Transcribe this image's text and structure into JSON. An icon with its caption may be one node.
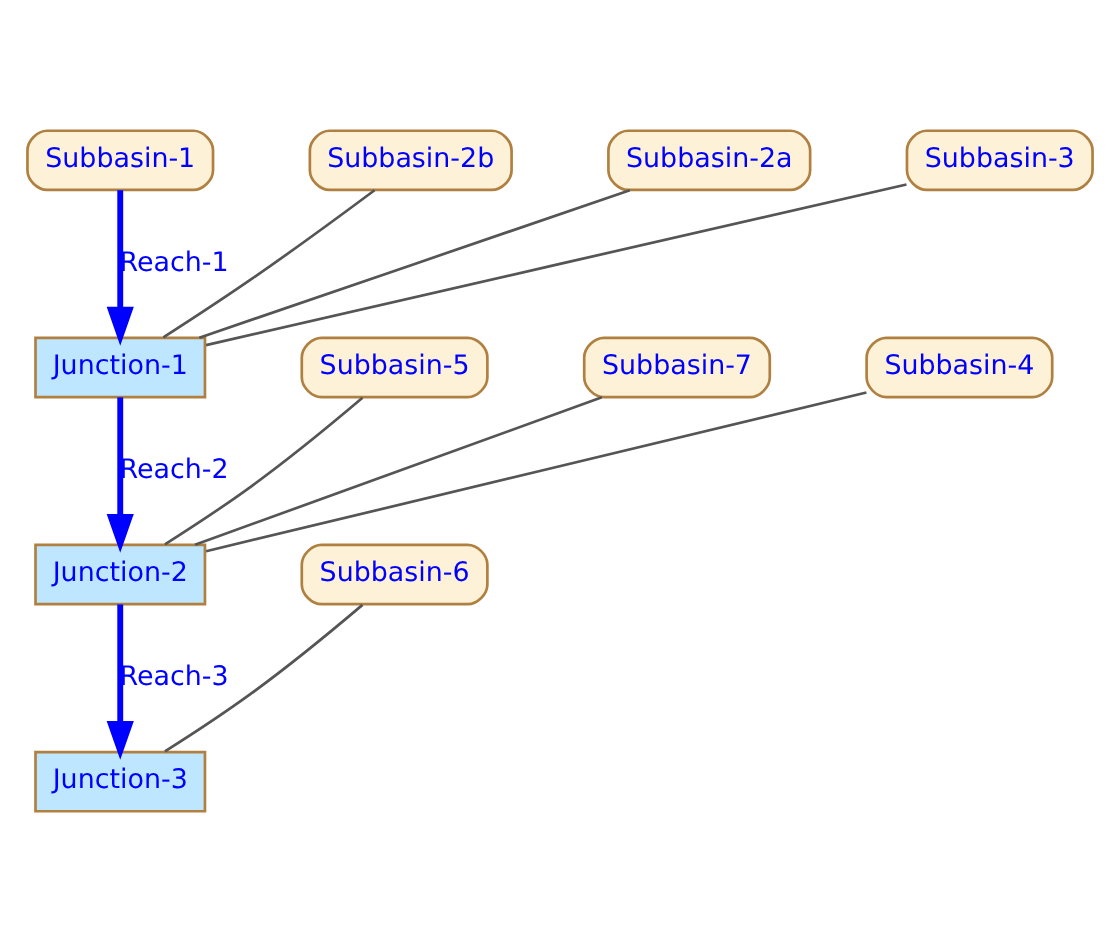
{
  "diagram": {
    "nodes": [
      {
        "text": [
          "Subbasin-1"
        ]
      },
      {
        "text": [
          "Subbasin-2b"
        ]
      },
      {
        "text": [
          "Subbasin-2a"
        ]
      },
      {
        "text": [
          "Subbasin-3"
        ]
      },
      {
        "text": [
          "Junction-1"
        ]
      },
      {
        "text": [
          "Subbasin-5"
        ]
      },
      {
        "text": [
          "Subbasin-7"
        ]
      },
      {
        "text": [
          "Subbasin-4"
        ]
      },
      {
        "text": [
          "Junction-2"
        ]
      },
      {
        "text": [
          "Subbasin-6"
        ]
      },
      {
        "text": [
          "Junction-3"
        ]
      }
    ],
    "edges": [
      {
        "from": 0,
        "to": 4,
        "arrow": "to",
        "label": "Reach-1",
        "style": "thick",
        "color": "#0000ff"
      },
      {
        "from": 1,
        "to": 4,
        "arrow": "none"
      },
      {
        "from": 2,
        "to": 4,
        "arrow": "none"
      },
      {
        "from": 3,
        "to": 4,
        "arrow": "none"
      },
      {
        "from": 4,
        "to": 8,
        "arrow": "to",
        "label": "Reach-2",
        "style": "thick",
        "color": "#0000ff"
      },
      {
        "from": 5,
        "to": 8,
        "arrow": "none"
      },
      {
        "from": 6,
        "to": 8,
        "arrow": "none"
      },
      {
        "from": 7,
        "to": 8,
        "arrow": "none"
      },
      {
        "from": 8,
        "to": 10,
        "arrow": "to",
        "label": "Reach-3",
        "style": "thick",
        "color": "#0000ff"
      },
      {
        "from": 9,
        "to": 10,
        "arrow": "none"
      }
    ]
  }
}
